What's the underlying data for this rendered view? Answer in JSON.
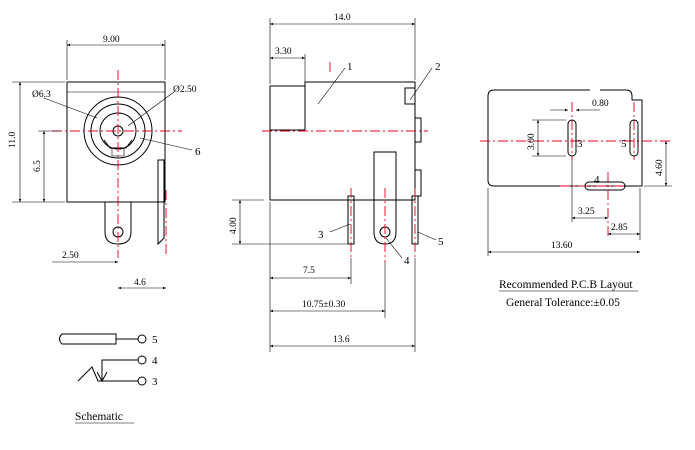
{
  "front_view": {
    "dim_width": "9.00",
    "dim_height": "11.0",
    "dim_center": "6.5",
    "dim_outer_dia": "Ø6.3",
    "dim_pin_dia": "Ø2.50",
    "dim_pin_offset": "2.50",
    "dim_side_offset": "4.6",
    "callout_6": "6"
  },
  "side_view": {
    "dim_length": "14.0",
    "dim_front": "3.30",
    "dim_pin_height": "4.00",
    "dim_pin3": "7.5",
    "dim_pin4": "10.75±0.30",
    "dim_pin5": "13.6",
    "callout_1": "1",
    "callout_2": "2",
    "callout_3": "3",
    "callout_4": "4",
    "callout_5": "5"
  },
  "pcb_layout": {
    "dim_slot_len": "3.00",
    "dim_slot_width": "0.80",
    "dim_pin_spacing": "4.60",
    "dim_pin4_x": "3.25",
    "dim_pin4_off": "2.85",
    "dim_total": "13.60",
    "pad_3": "3",
    "pad_4": "4",
    "pad_5": "5",
    "title": "Recommended P.C.B Layout",
    "tolerance": "General Tolerance:±0.05"
  },
  "schematic": {
    "pin_5": "5",
    "pin_4": "4",
    "pin_3": "3",
    "title": "Schematic"
  }
}
